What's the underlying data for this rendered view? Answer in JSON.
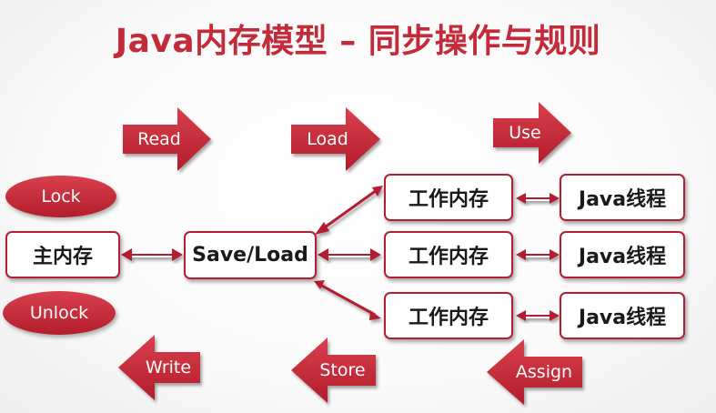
{
  "title": "Java内存模型 – 同步操作与规则",
  "operations": {
    "read": "Read",
    "load": "Load",
    "use": "Use",
    "write": "Write",
    "store": "Store",
    "assign": "Assign",
    "lock": "Lock",
    "unlock": "Unlock"
  },
  "nodes": {
    "main_memory": "主内存",
    "save_load": "Save/Load",
    "working_memory": [
      "工作内存",
      "工作内存",
      "工作内存"
    ],
    "java_thread": [
      "Java线程",
      "Java线程",
      "Java线程"
    ]
  },
  "colors": {
    "accent": "#c32a3a",
    "dark_red": "#b31f30",
    "shadow": "#7a1520"
  }
}
